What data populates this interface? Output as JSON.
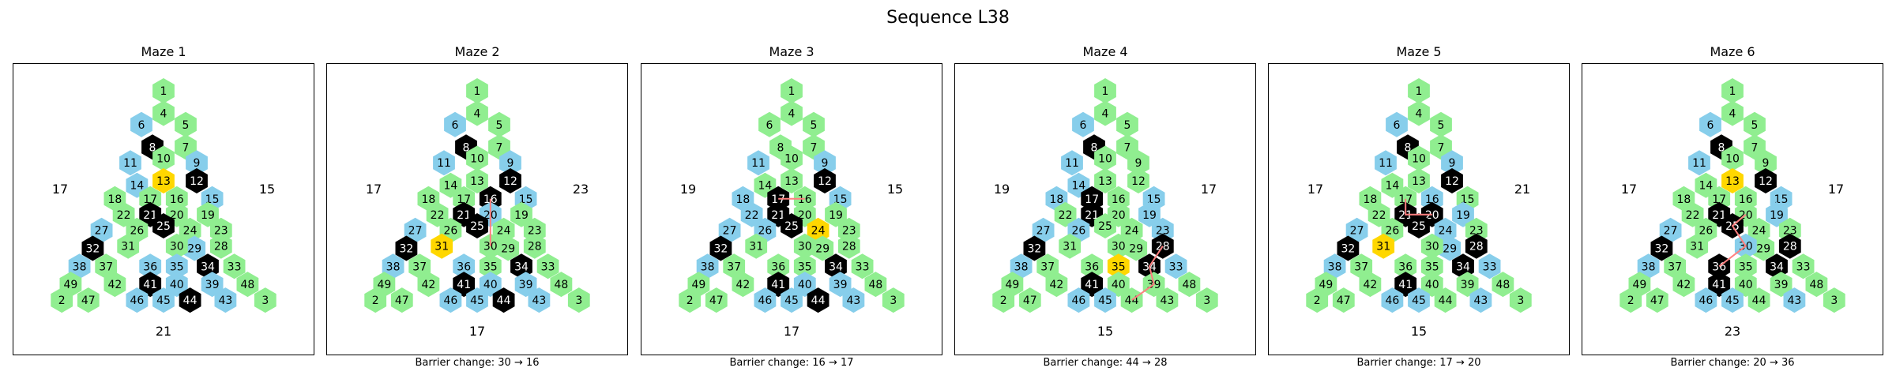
{
  "title": "Sequence L38",
  "colors": {
    "open": "#90ee90",
    "water": "#87ceeb",
    "wall": "#000000",
    "goal": "#ffd700",
    "path": "#ff7f7f",
    "text_dark": "#000000",
    "text_light": "#ffffff"
  },
  "mazes": [
    {
      "title": "Maze 1",
      "caption": "",
      "side_left": "17",
      "side_right": "15",
      "bottom": "21",
      "path": [],
      "black": [
        8,
        12,
        21,
        25,
        32,
        34,
        41,
        44
      ],
      "blue": [
        6,
        9,
        11,
        14,
        15,
        27,
        29,
        35,
        36,
        38,
        39,
        40,
        43,
        45,
        46
      ],
      "yellow": [
        13
      ]
    },
    {
      "title": "Maze 2",
      "caption": "Barrier change: 30 → 16",
      "side_left": "17",
      "side_right": "23",
      "bottom": "17",
      "path": [
        30,
        20,
        16
      ],
      "black": [
        8,
        12,
        16,
        21,
        25,
        32,
        34,
        41,
        44
      ],
      "blue": [
        6,
        9,
        11,
        15,
        20,
        27,
        36,
        38,
        39,
        40,
        43,
        45,
        46
      ],
      "yellow": [
        31
      ]
    },
    {
      "title": "Maze 3",
      "caption": "Barrier change: 16 → 17",
      "side_left": "19",
      "side_right": "15",
      "bottom": "17",
      "path": [
        16,
        17
      ],
      "black": [
        12,
        17,
        21,
        25,
        32,
        34,
        41,
        44
      ],
      "blue": [
        9,
        11,
        15,
        18,
        22,
        26,
        27,
        38,
        39,
        40,
        43,
        45,
        46
      ],
      "yellow": [
        24
      ]
    },
    {
      "title": "Maze 4",
      "caption": "Barrier change: 44 → 28",
      "side_left": "19",
      "side_right": "17",
      "bottom": "15",
      "path": [
        44,
        39,
        34,
        28
      ],
      "black": [
        8,
        17,
        21,
        28,
        32,
        34,
        41
      ],
      "blue": [
        6,
        11,
        14,
        15,
        18,
        19,
        23,
        26,
        27,
        33,
        38,
        45,
        46
      ],
      "yellow": [
        35
      ]
    },
    {
      "title": "Maze 5",
      "caption": "Barrier change: 17 → 20",
      "side_left": "17",
      "side_right": "21",
      "bottom": "15",
      "path": [
        17,
        21,
        20
      ],
      "black": [
        8,
        12,
        20,
        21,
        25,
        28,
        32,
        34,
        41
      ],
      "blue": [
        6,
        9,
        11,
        16,
        19,
        24,
        27,
        29,
        33,
        38,
        43,
        45,
        46
      ],
      "yellow": [
        31
      ]
    },
    {
      "title": "Maze 6",
      "caption": "Barrier change: 20 → 36",
      "side_left": "17",
      "side_right": "17",
      "bottom": "23",
      "path": [
        20,
        25,
        30,
        36
      ],
      "black": [
        8,
        12,
        21,
        25,
        28,
        32,
        34,
        36,
        41
      ],
      "blue": [
        6,
        11,
        15,
        19,
        27,
        30,
        38,
        43,
        45,
        46
      ],
      "yellow": [
        13
      ]
    }
  ]
}
